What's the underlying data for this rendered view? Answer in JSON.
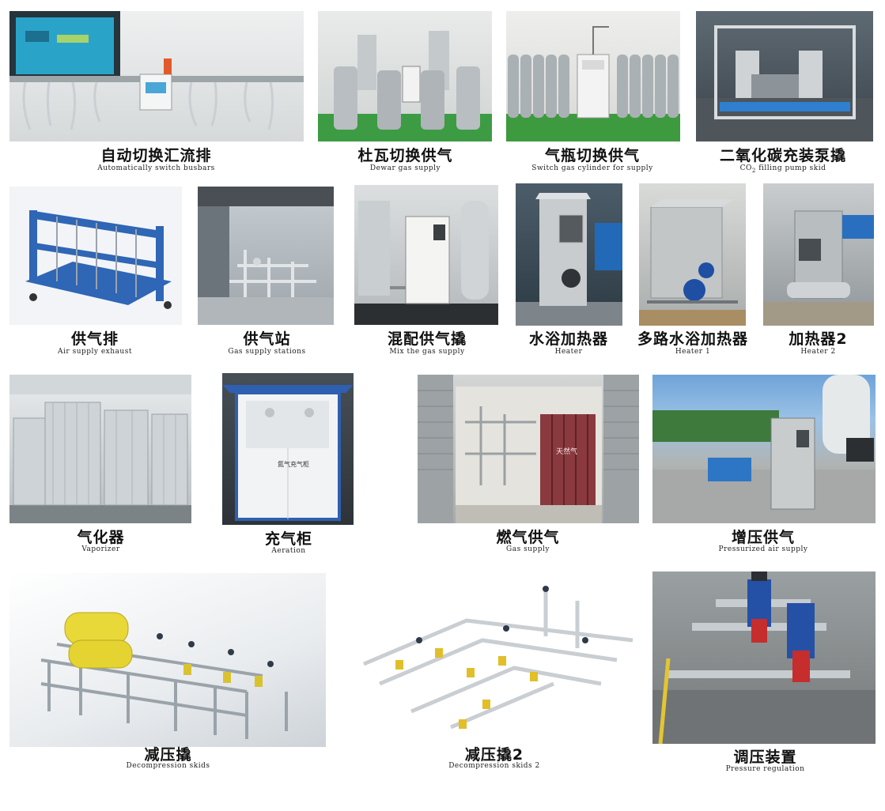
{
  "products": [
    {
      "name": "自动切换汇流排",
      "name_en": "Automatically switch busbars"
    },
    {
      "name": "杜瓦切换供气",
      "name_en": "Dewar gas supply"
    },
    {
      "name": "气瓶切换供气",
      "name_en": "Switch gas cylinder for supply"
    },
    {
      "name": "二氧化碳充装泵撬",
      "name_en": "CO",
      "name_en_sub": "2",
      "name_en_rest": " filling pump skid"
    },
    {
      "name": "供气排",
      "name_en": "Air supply exhaust"
    },
    {
      "name": "供气站",
      "name_en": "Gas supply stations"
    },
    {
      "name": "混配供气撬",
      "name_en": "Mix the gas supply"
    },
    {
      "name": "水浴加热器",
      "name_en": "Heater"
    },
    {
      "name": "多路水浴加热器",
      "name_en": "Heater 1"
    },
    {
      "name": "加热器2",
      "name_en": "Heater 2"
    },
    {
      "name": "气化器",
      "name_en": "Vaporizer"
    },
    {
      "name": "充气柜",
      "name_en": "Aeration"
    },
    {
      "name": "燃气供气",
      "name_en": "Gas supply"
    },
    {
      "name": "增压供气",
      "name_en": "Pressurized air supply"
    },
    {
      "name": "减压撬",
      "name_en": "Decompression skids"
    },
    {
      "name": "减压撬2",
      "name_en": "Decompression skids 2"
    },
    {
      "name": "调压装置",
      "name_en": "Pressure regulation"
    }
  ],
  "image_text": {
    "cabinet_label": "氮气充气柜",
    "cylinder_label": "天然气"
  }
}
